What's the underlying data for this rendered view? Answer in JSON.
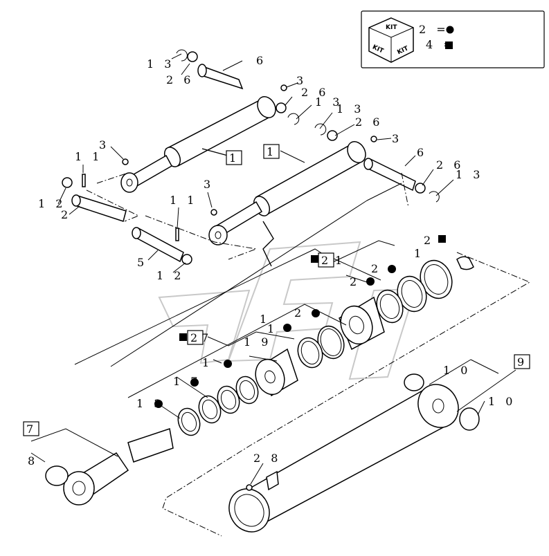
{
  "kit_legend": {
    "cube_top": "KIT",
    "cube_left": "KIT",
    "cube_right": "KIT",
    "line1": "2 =",
    "line2": "4 =",
    "circle_marker_color": "#000000",
    "square_marker_color": "#000000"
  },
  "callouts": {
    "c1": "1",
    "c2": "2",
    "c3": "3",
    "c5": "5",
    "c6": "6",
    "c7": "7",
    "c8": "8",
    "c9": "9",
    "c10": "1 0",
    "c11": "1 1",
    "c12": "1 2",
    "c13": "1 3",
    "c17": "1 7",
    "c19": "1 9",
    "c26": "2 6",
    "c28": "2 8"
  }
}
